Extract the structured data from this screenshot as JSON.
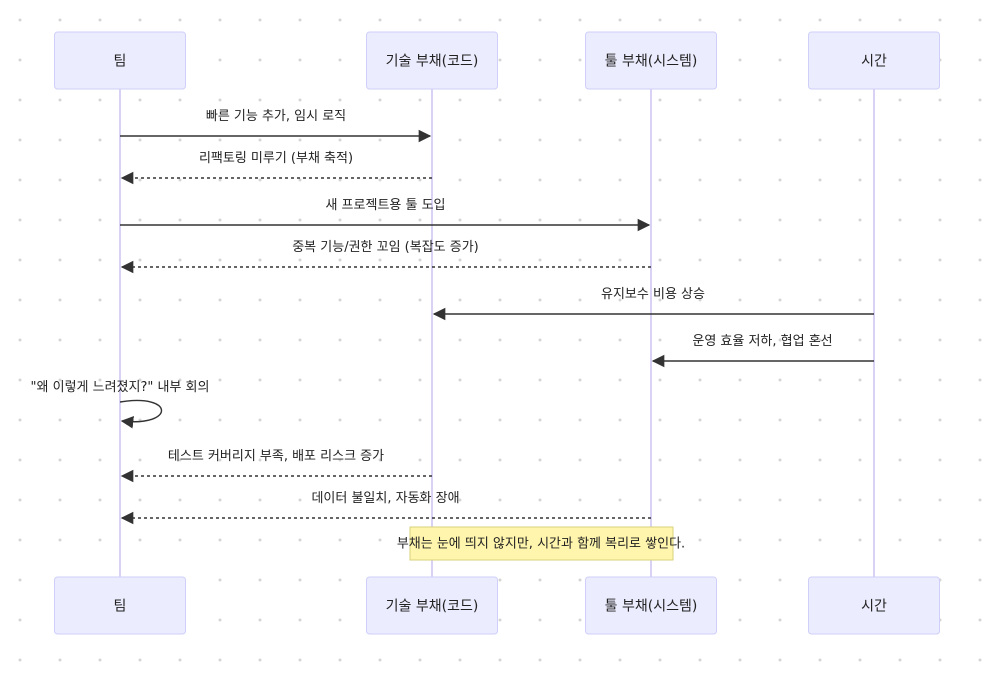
{
  "actors": [
    {
      "id": "team",
      "label": "팀"
    },
    {
      "id": "tech",
      "label": "기술 부채(코드)"
    },
    {
      "id": "tool",
      "label": "툴 부채(시스템)"
    },
    {
      "id": "time",
      "label": "시간"
    }
  ],
  "messages": [
    {
      "from": "team",
      "to": "tech",
      "label": "빠른 기능 추가, 임시 로직",
      "style": "solid"
    },
    {
      "from": "tech",
      "to": "team",
      "label": "리팩토링 미루기 (부채 축적)",
      "style": "dashed"
    },
    {
      "from": "team",
      "to": "tool",
      "label": "새 프로젝트용 툴 도입",
      "style": "solid"
    },
    {
      "from": "tool",
      "to": "team",
      "label": "중복 기능/권한 꼬임 (복잡도 증가)",
      "style": "dashed"
    },
    {
      "from": "time",
      "to": "tech",
      "label": "유지보수 비용 상승",
      "style": "solid"
    },
    {
      "from": "time",
      "to": "tool",
      "label": "운영 효율 저하, 협업 혼선",
      "style": "solid"
    },
    {
      "from": "team",
      "to": "team",
      "label": "\"왜 이렇게 느려졌지?\" 내부 회의",
      "style": "solid"
    },
    {
      "from": "tech",
      "to": "team",
      "label": "테스트 커버리지 부족, 배포 리스크 증가",
      "style": "dashed"
    },
    {
      "from": "tool",
      "to": "team",
      "label": "데이터 불일치, 자동화 장애",
      "style": "dashed"
    }
  ],
  "note": {
    "over": [
      "tech",
      "tool"
    ],
    "text": "부채는 눈에 띄지 않지만, 시간과 함께 복리로 쌓인다."
  },
  "colors": {
    "actor_fill": "#ececff",
    "actor_border": "#cfcffa",
    "lifeline": "#d9d2f5",
    "arrow": "#333333",
    "note_fill": "#fff5ad",
    "note_border": "#d6d27a"
  }
}
